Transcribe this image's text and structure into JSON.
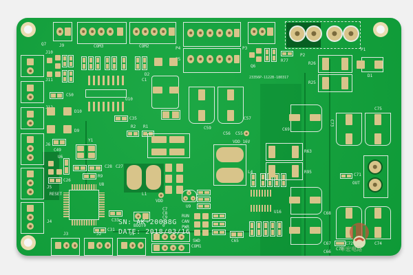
{
  "board": {
    "color": "#0fa33a",
    "pad_color": "#d8c48a",
    "silk_color": "#e6eee6",
    "background": "#f1f1f1"
  },
  "silkscreen": {
    "serial": "SN: AK-20088G",
    "date": "DATE: 2018/03/16",
    "part_code": "23356P-1122B-180317",
    "vdd_16v": "VDD_16V",
    "vdd": "VDD",
    "boot0": "BOOT0",
    "reset": "RESET",
    "out": "OUT",
    "run": "RUN",
    "can": "CAN",
    "pwr": "PWR",
    "swd": "SWD",
    "com1": "COM1",
    "com2": "COM2",
    "com3": "COM3"
  },
  "connectors": {
    "j1": "J1",
    "j2": "J2",
    "j3": "J3",
    "j4": "J4",
    "j5": "J5",
    "j6": "J6",
    "j9": "J9",
    "j10": "J10",
    "j11": "J11",
    "j12": "J12",
    "p1": "P1",
    "p2": "P2",
    "p3": "P3",
    "p4": "P4",
    "p5": "P5"
  },
  "components": {
    "u6": "U6",
    "u8": "U8",
    "u9": "U9",
    "u10": "U10",
    "u16": "U16",
    "y1": "Y1",
    "l1": "L1",
    "l4": "L4",
    "d1": "D1",
    "d2": "D2",
    "d9": "D9",
    "d10": "D10",
    "q6": "Q6",
    "q7": "Q7",
    "r1": "R1",
    "r2": "R2",
    "r9": "R9",
    "r25": "R25",
    "r26": "R26",
    "r63": "R63",
    "r77": "R77",
    "r95": "R95",
    "c1": "C1",
    "c26": "C26",
    "c27": "C27",
    "c28": "C28",
    "c31": "C31",
    "c33": "C33",
    "c35": "C35",
    "c49": "C49",
    "c50": "C50",
    "c55": "C55",
    "c56": "C56",
    "c57": "C57",
    "c59": "C59",
    "c65": "C65",
    "c66": "C66",
    "c67": "C67",
    "c68": "C68",
    "c69": "C69",
    "c70": "C70",
    "c71": "C71",
    "c72": "C72",
    "c73": "C73",
    "c74": "C74",
    "c75": "C75",
    "c7_group": "C7 C8 C9 C10"
  },
  "watermark": {
    "text": "华宏电路"
  }
}
